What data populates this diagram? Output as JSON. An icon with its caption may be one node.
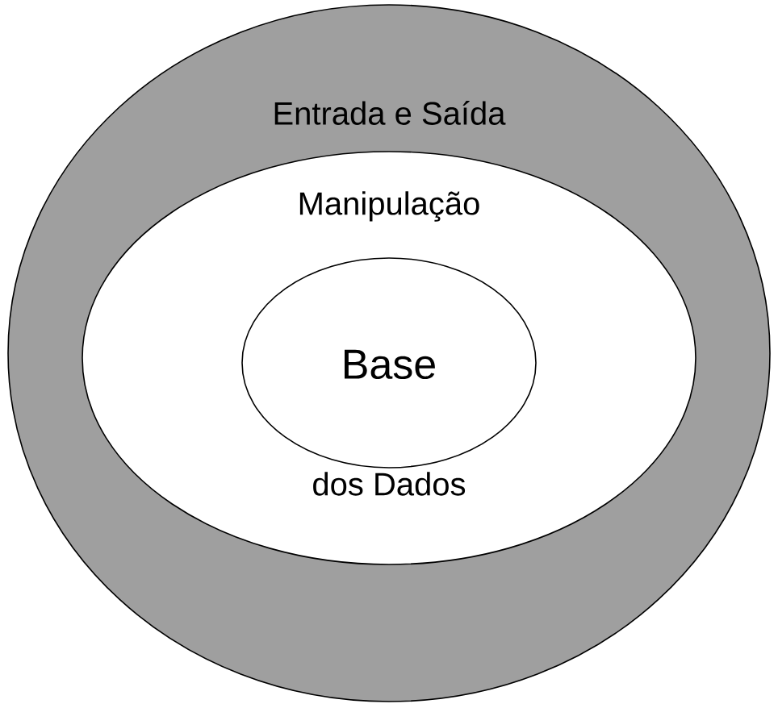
{
  "diagram": {
    "nodes": [
      {
        "text": [
          "Entrada e Saída"
        ]
      },
      {
        "text": [
          "Manipulação",
          "dos Dados"
        ],
        "in": 0
      },
      {
        "text": [
          "Base"
        ],
        "in": 1
      }
    ]
  }
}
